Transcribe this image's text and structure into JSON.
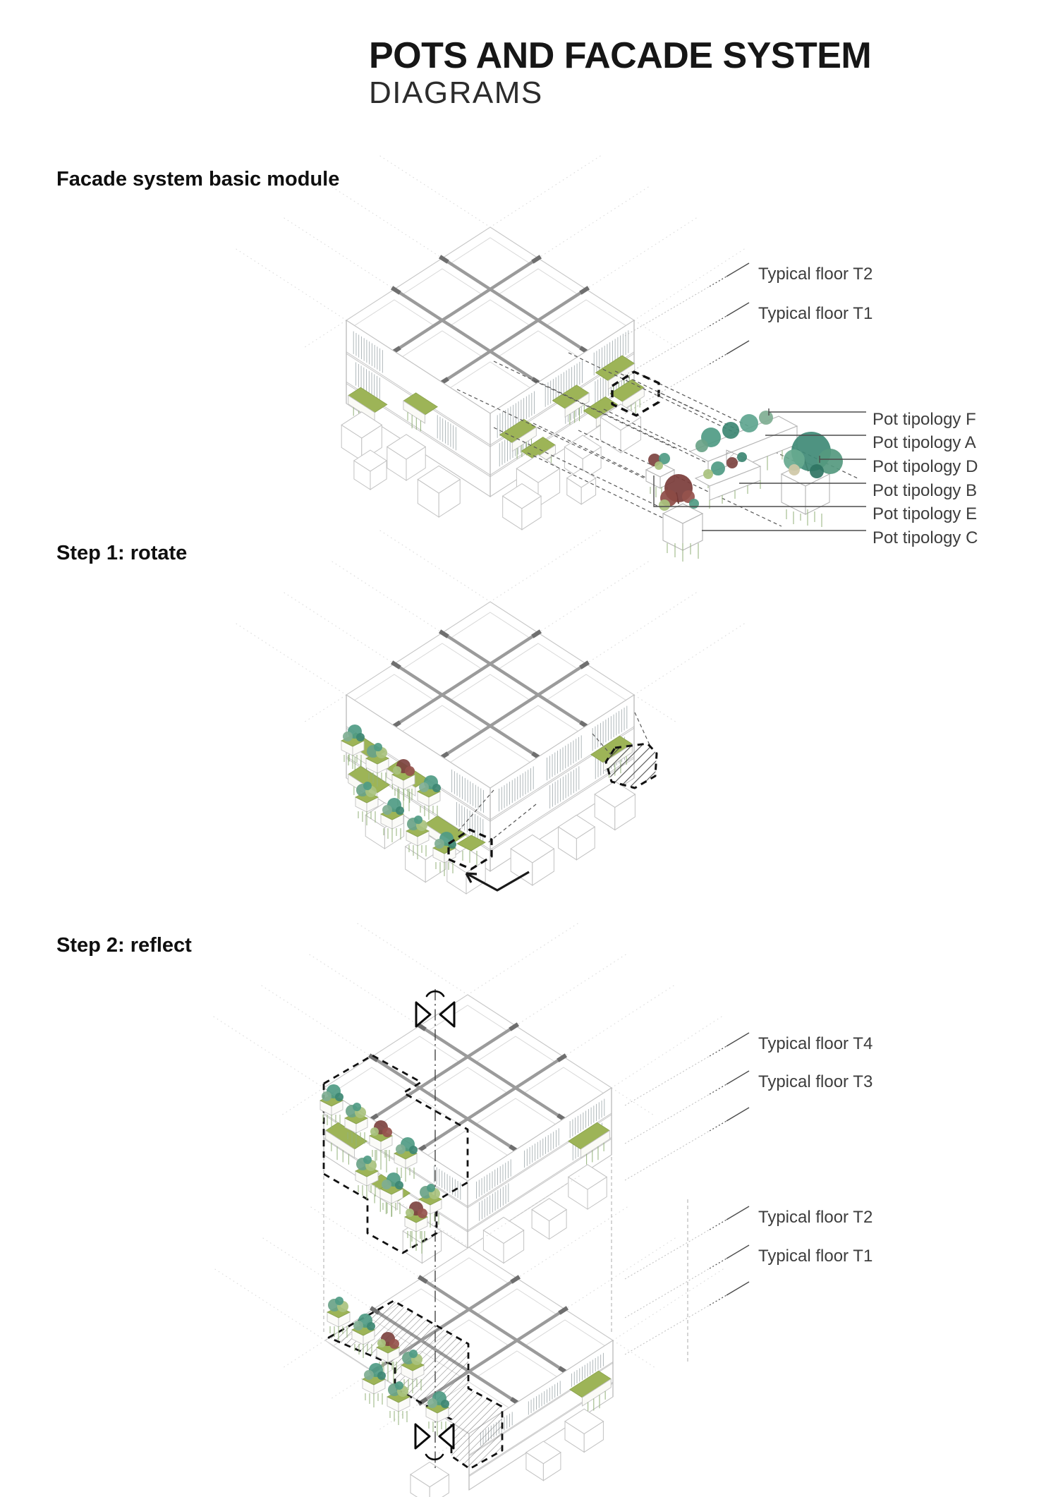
{
  "page": {
    "title": "POTS AND FACADE SYSTEM",
    "subtitle": "DIAGRAMS"
  },
  "sections": {
    "module": {
      "heading": "Facade system basic module"
    },
    "step1": {
      "heading": "Step 1: rotate"
    },
    "step2": {
      "heading": "Step 2: reflect"
    }
  },
  "diagram_module": {
    "floor_labels": [
      "Typical floor T2",
      "Typical floor T1"
    ],
    "pot_labels": [
      "Pot tipology F",
      "Pot tipology A",
      "Pot tipology D",
      "Pot tipology B",
      "Pot tipology E",
      "Pot tipology C"
    ]
  },
  "diagram_step2": {
    "upper_floor_labels": [
      "Typical floor T4",
      "Typical floor T3"
    ],
    "lower_floor_labels": [
      "Typical floor T2",
      "Typical floor T1"
    ]
  },
  "colors": {
    "pot_green": "#9db457",
    "pot_green_edge": "#87a04b",
    "plant_teal": "#4f9b84",
    "plant_teal_dark": "#3d8773",
    "plant_teal_light": "#7fae93",
    "plant_red": "#7d4340",
    "plant_red_light": "#96524d",
    "foliage_light": "#a9c27e",
    "roots": "#93b27a",
    "leader": "#4c4c4c",
    "wireframe": "#c6c6c6",
    "beam": "#9b9b9b",
    "beam_dark": "#6f6f6f",
    "highlight_dash": "#111111"
  }
}
